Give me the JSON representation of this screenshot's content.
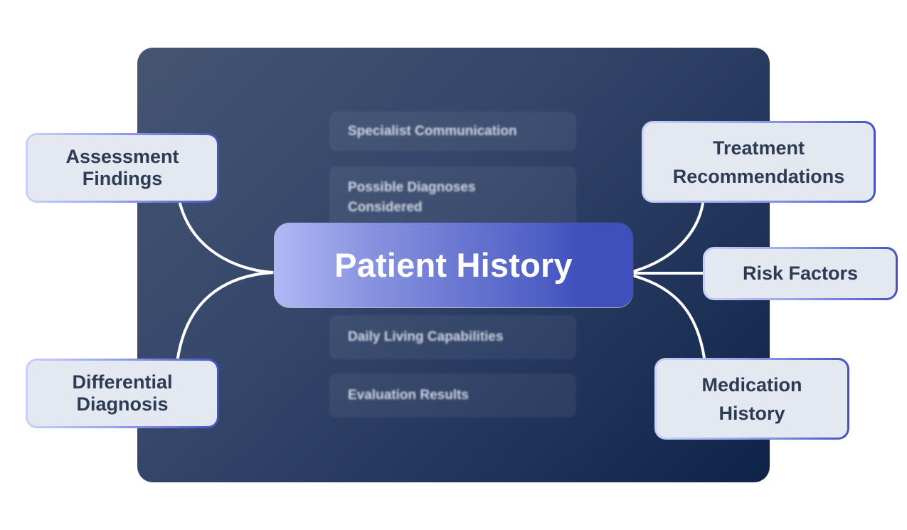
{
  "diagram": {
    "title": "Patient History",
    "center_node": {
      "label": "Patient History",
      "gradient_start": "#b0b9f4",
      "gradient_end": "#3f50bd"
    },
    "background_panel": {
      "color_start": "#455571",
      "color_end": "#0f2248",
      "items": [
        {
          "label": "Specialist Communication"
        },
        {
          "label_line1": "Possible Diagnoses",
          "label_line2": "Considered"
        },
        {
          "label": "Daily Living Capabilities"
        },
        {
          "label": "Evaluation Results"
        }
      ]
    },
    "branches": {
      "left": [
        {
          "line1": "Assessment",
          "line2": "Findings"
        },
        {
          "line1": "Differential",
          "line2": "Diagnosis"
        }
      ],
      "right": [
        {
          "line1": "Treatment",
          "line2": "Recommendations"
        },
        {
          "label": "Risk Factors"
        },
        {
          "line1": "Medication",
          "line2": "History"
        }
      ]
    },
    "colors": {
      "node_fill": "#e4e8f1",
      "node_text": "#2e3b54",
      "node_border_light": "#c9d0fb",
      "node_border_dark": "#4253c0",
      "connector": "#ffffff"
    }
  }
}
